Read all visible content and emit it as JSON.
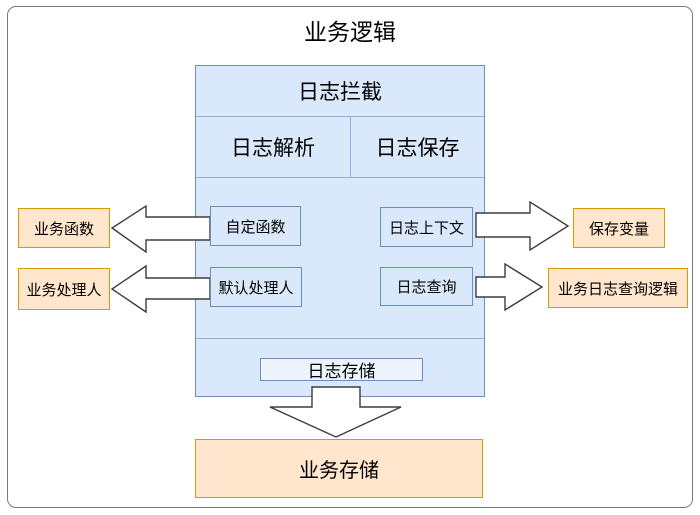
{
  "title": "业务逻辑",
  "colors": {
    "blue_fill": "#dae8fc",
    "blue_border": "#6c8ebf",
    "light_blue_fill": "#edf4fd",
    "orange_fill": "#ffe6cc",
    "orange_border": "#d79b00",
    "frame_border": "#7a7a7a",
    "arrow_fill": "#ffffff",
    "arrow_stroke": "#3d3d3d"
  },
  "interceptor": {
    "header": "日志拦截",
    "parse_label": "日志解析",
    "save_label": "日志保存",
    "custom_function": "自定函数",
    "log_context": "日志上下文",
    "default_handler": "默认处理人",
    "log_query": "日志查询",
    "log_storage": "日志存储"
  },
  "business": {
    "function": "业务函数",
    "handler": "业务处理人",
    "save_variable": "保存变量",
    "log_query_logic": "业务日志查询逻辑",
    "storage": "业务存储"
  }
}
